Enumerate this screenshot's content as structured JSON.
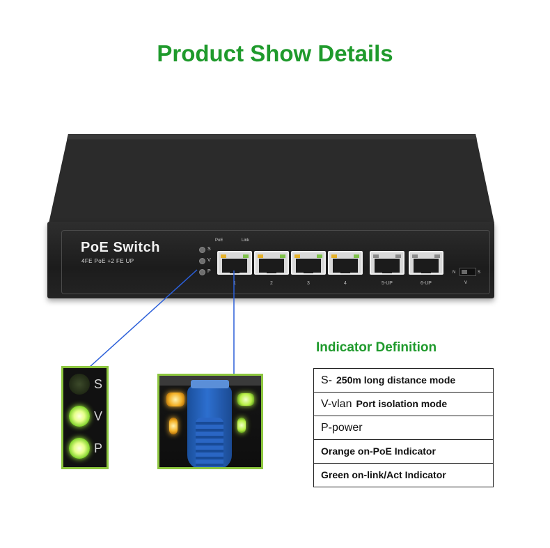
{
  "title": "Product Show Details",
  "switch": {
    "brand": "PoE Switch",
    "model": "4FE PoE +2 FE UP",
    "status_leds": [
      "S",
      "V",
      "P"
    ],
    "header_labels": {
      "poe": "PoE",
      "link": "Link"
    },
    "ports": [
      {
        "label": "1"
      },
      {
        "label": "2"
      },
      {
        "label": "3"
      },
      {
        "label": "4"
      },
      {
        "label": "5-UP"
      },
      {
        "label": "6-UP"
      }
    ],
    "dip_switch": {
      "left": "N",
      "right": "S",
      "bottom": "V"
    }
  },
  "led_inset": {
    "labels": [
      "S",
      "V",
      "P"
    ],
    "states": [
      "off",
      "on",
      "on"
    ]
  },
  "indicator": {
    "heading": "Indicator Definition",
    "rows": [
      {
        "key": "S-",
        "value": "250m long distance mode"
      },
      {
        "key": "V-vlan",
        "value": "Port isolation mode"
      },
      {
        "key": "P-power",
        "value": ""
      },
      {
        "key": "",
        "value": "Orange on-PoE Indicator"
      },
      {
        "key": "",
        "value": "Green on-link/Act Indicator"
      }
    ]
  },
  "colors": {
    "title_green": "#1f9a2c",
    "inset_border": "#8dc63f",
    "line_blue": "#2b5fd9"
  }
}
